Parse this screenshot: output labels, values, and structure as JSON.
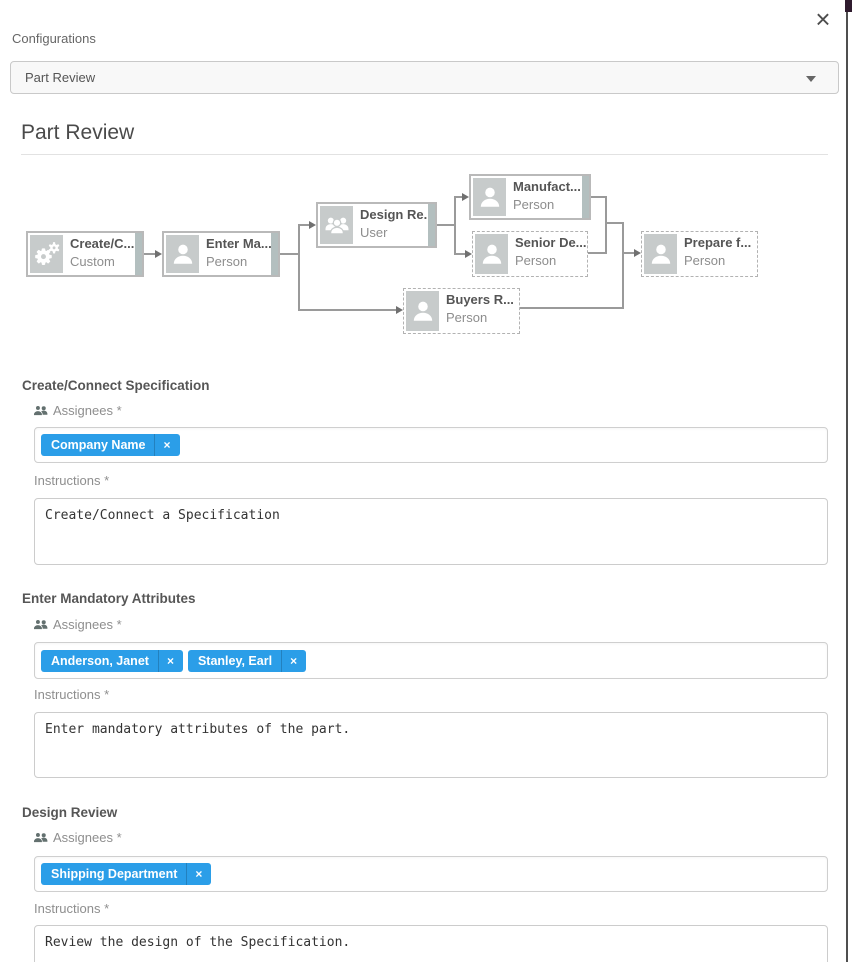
{
  "modal": {
    "close_glyph": "×"
  },
  "configurations": {
    "label": "Configurations",
    "selected": "Part Review"
  },
  "page": {
    "title": "Part Review"
  },
  "workflow": {
    "nodes": [
      {
        "title": "Create/C...",
        "subtitle": "Custom",
        "icon": "gears"
      },
      {
        "title": "Enter Ma...",
        "subtitle": "Person",
        "icon": "person"
      },
      {
        "title": "Design Re...",
        "subtitle": "User",
        "icon": "user-group"
      },
      {
        "title": "Manufact...",
        "subtitle": "Person",
        "icon": "person"
      },
      {
        "title": "Senior De...",
        "subtitle": "Person",
        "icon": "person"
      },
      {
        "title": "Prepare f...",
        "subtitle": "Person",
        "icon": "person"
      },
      {
        "title": "Buyers R...",
        "subtitle": "Person",
        "icon": "person"
      }
    ]
  },
  "labels": {
    "assignees": "Assignees *",
    "instructions": "Instructions *"
  },
  "sections": [
    {
      "heading": "Create/Connect Specification",
      "assignees": [
        "Company Name"
      ],
      "instructions": "Create/Connect a Specification"
    },
    {
      "heading": "Enter Mandatory Attributes",
      "assignees": [
        "Anderson, Janet",
        "Stanley, Earl"
      ],
      "instructions": "Enter mandatory attributes of the part."
    },
    {
      "heading": "Design Review",
      "assignees": [
        "Shipping Department"
      ],
      "instructions": "Review the design of the Specification."
    }
  ],
  "tag": {
    "remove_glyph": "×"
  },
  "colors": {
    "tag_blue": "#2b9ee8",
    "node_border": "#b9b9b9",
    "node_icon_bg": "#c7cbcb",
    "node_side_bar": "#b3bfbf",
    "connector": "#9a9a9a",
    "accent_text": "#555555"
  }
}
